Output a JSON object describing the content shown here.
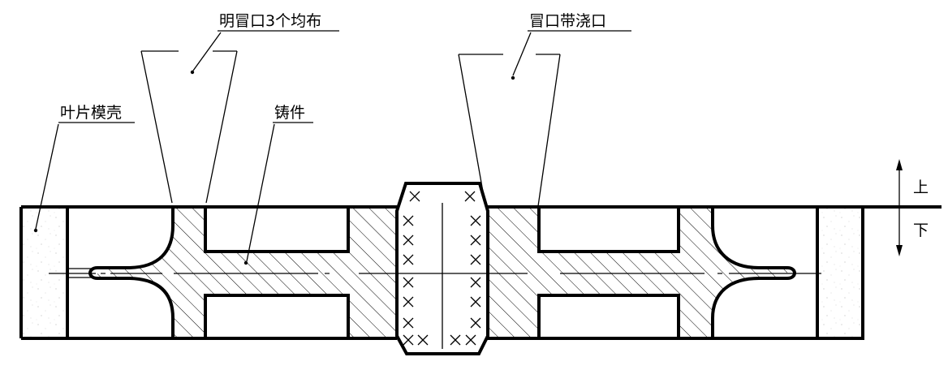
{
  "labels": {
    "open_riser": "明冒口3个均布",
    "riser_with_gate": "冒口带浇口",
    "blade_mold_shell": "叶片模壳",
    "casting": "铸件",
    "up": "上",
    "down": "下"
  },
  "colors": {
    "line": "#000000",
    "background": "#ffffff",
    "sand_speckle": "#c8c8c8"
  }
}
